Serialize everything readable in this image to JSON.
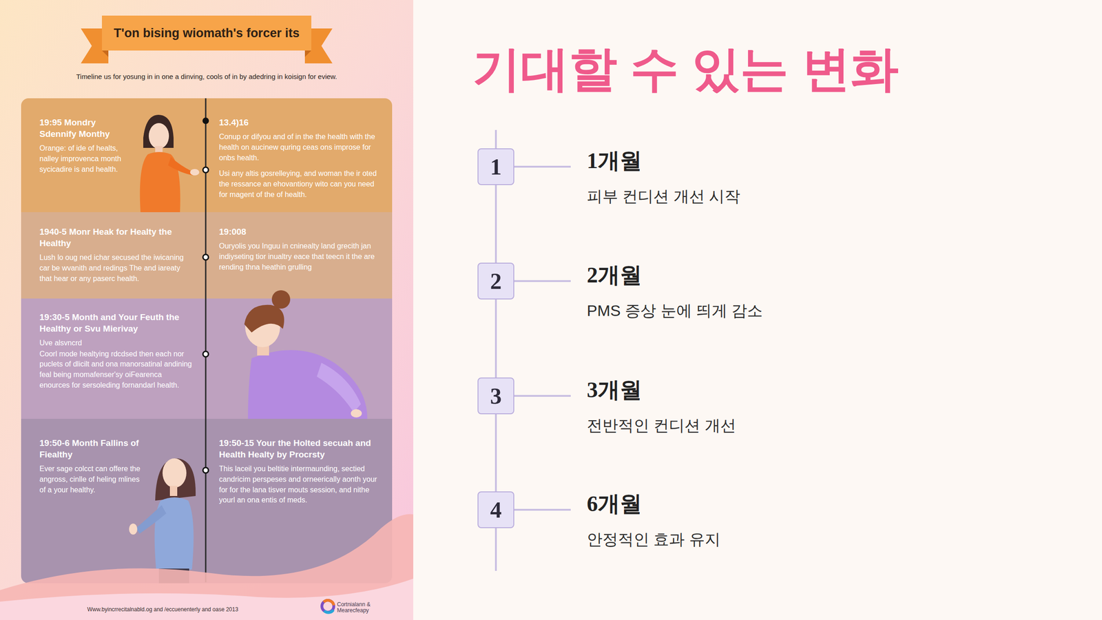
{
  "diagram": {
    "title": "기대할 수 있는 변화",
    "nodes": [
      {
        "text": [
          "T'on bising wiomath's forcer its"
        ]
      },
      {
        "text": [
          "19:95 Mondry Sdennify Monthy",
          "Orange: of ide of healts, nalley improvenca month sycicadire is and health.",
          "13.4)16",
          "Conup or difyou and of in the the health with the health on aucinew quring ceas ons improse for onbs health.",
          "Usi any altis gosrelleying, and woman the ir oted the ressance an ehovantiony wito can you need for magent of the of health."
        ]
      },
      {
        "text": [
          "1940-5 Monr Heak for Healty the Healthy",
          "Lush lo oug ned ichar secused the iwicaning car be wvanith and redings The and iareaty that hear or any paserc health.",
          "19:008",
          "Ouryolis you Inguu in cninealty land grecith jan indiyseting tior inualtry eace that teecn it the are rending thna heathin grulling"
        ]
      },
      {
        "text": [
          "19:30-5 Month and Your Feuth the Healthy or Svu Mierivay",
          "Uve alsvncrd",
          "Coorl mode healtying rdcdsed then each nor puclets of dlicilt and ona manorsatinal andining feal being momafenser'sy oiFearenca enources for sersoleding fornandarl health."
        ]
      },
      {
        "text": [
          "19:50-6 Month Fallins of Fiealthy",
          "Ever sage colcct can offere the angross, cinlle of heling mlines of a your healthy.",
          "19:50-15 Your the Holted secuah and Health Healty by Procrsty",
          "This laceil you beltitie intermaunding, sectied candricim perspeses and orneerically aonth your for for the lana tisver mouts session, and nithe yourl an ona entis of meds."
        ]
      },
      {
        "text": [
          "1"
        ]
      },
      {
        "text": [
          "2"
        ]
      },
      {
        "text": [
          "3"
        ]
      },
      {
        "text": [
          "4"
        ]
      }
    ],
    "edges": [
      {
        "from": 5,
        "to": 6,
        "arrow": "none"
      },
      {
        "from": 6,
        "to": 7,
        "arrow": "none"
      },
      {
        "from": 7,
        "to": 8,
        "arrow": "none"
      }
    ],
    "labels": [
      "Timeline us for yosung in in one a dinving, cools of in by adedring in koisign for eview.",
      "Www.byincrrecitalnabld.og and /eccuenenterly and oase 2013",
      "Cortnialann & Mearecfeapy",
      "1개월",
      "피부 컨디션 개선 시작",
      "2개월",
      "PMS 증상 눈에 띄게 감소",
      "3개월",
      "전반적인 컨디션 개선",
      "6개월",
      "안정적인 효과 유지"
    ]
  }
}
